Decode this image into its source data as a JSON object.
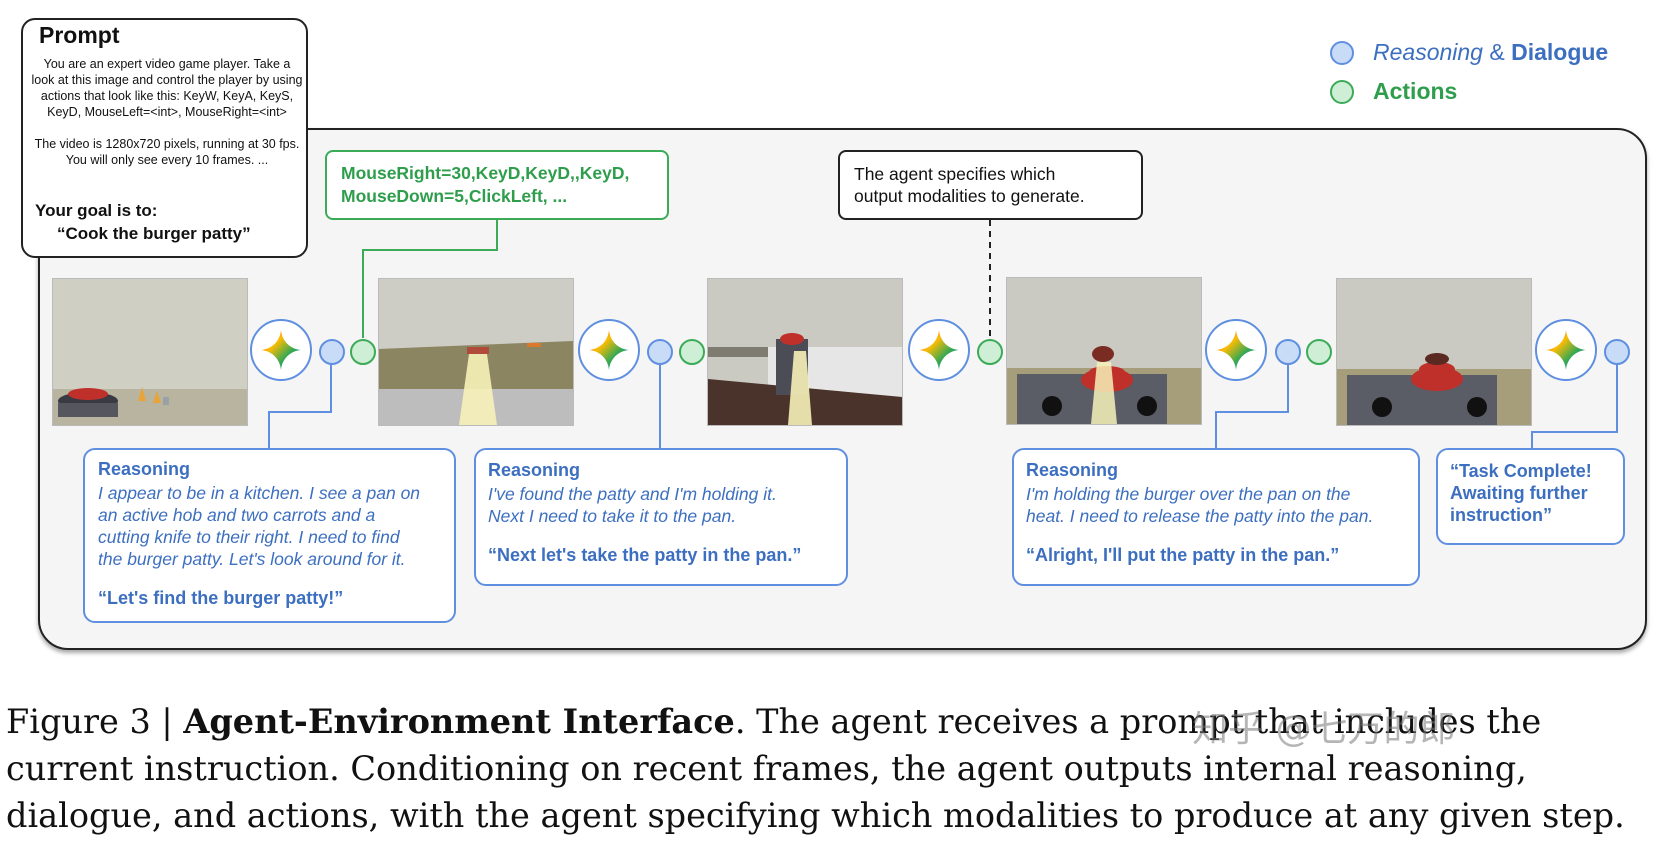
{
  "prompt": {
    "title": "Prompt",
    "body": "You are an expert video game player. Take a look at this image and control the player by using actions that look like this: KeyW, KeyA, KeyS, KeyD, MouseLeft=<int>, MouseRight=<int>\n\nThe video is 1280x720 pixels, running at 30 fps. You will only see every 10 frames. ...",
    "goal_label": "Your goal is to:",
    "goal": "“Cook the burger patty”"
  },
  "legend": {
    "reasoning": "Reasoning",
    "amp": "&",
    "dialogue": "Dialogue",
    "actions": "Actions",
    "reasoning_color": "#5f8fe0",
    "actions_color": "#3cab57"
  },
  "action_box": {
    "text": "MouseRight=30,KeyD,KeyD,,KeyD,\nMouseDown=5,ClickLeft, ..."
  },
  "note_box": {
    "text": "The agent specifies which\noutput modalities to generate."
  },
  "reasoning_boxes": [
    {
      "head": "Reasoning",
      "body": "I appear to be in a kitchen. I see a pan on\nan active hob and two carrots and a\ncutting knife to their right. I need to find\nthe burger patty.  Let's look around for it.",
      "quote": "“Let's find the burger patty!”"
    },
    {
      "head": "Reasoning",
      "body": "I've found the patty and I'm holding it.\nNext I need to take it to the pan.",
      "quote": "“Next let's take the patty in the pan.”"
    },
    {
      "head": "Reasoning",
      "body": "I'm holding the burger over the pan on the\nheat.  I need to release the patty into the pan.",
      "quote": "“Alright, I'll put the patty in the pan.”"
    }
  ],
  "final_box": {
    "text": "“Task Complete!\nAwaiting further\ninstruction”"
  },
  "caption": {
    "prefix": "Figure 3 | ",
    "bold": "Agent-Environment Interface",
    "rest": ". The agent receives a prompt that includes the current instruction.  Conditioning on recent frames, the agent outputs internal reasoning, dialogue, and actions, with the agent specifying which modalities to produce at any given step."
  },
  "watermark": "知乎 @七万的郎"
}
